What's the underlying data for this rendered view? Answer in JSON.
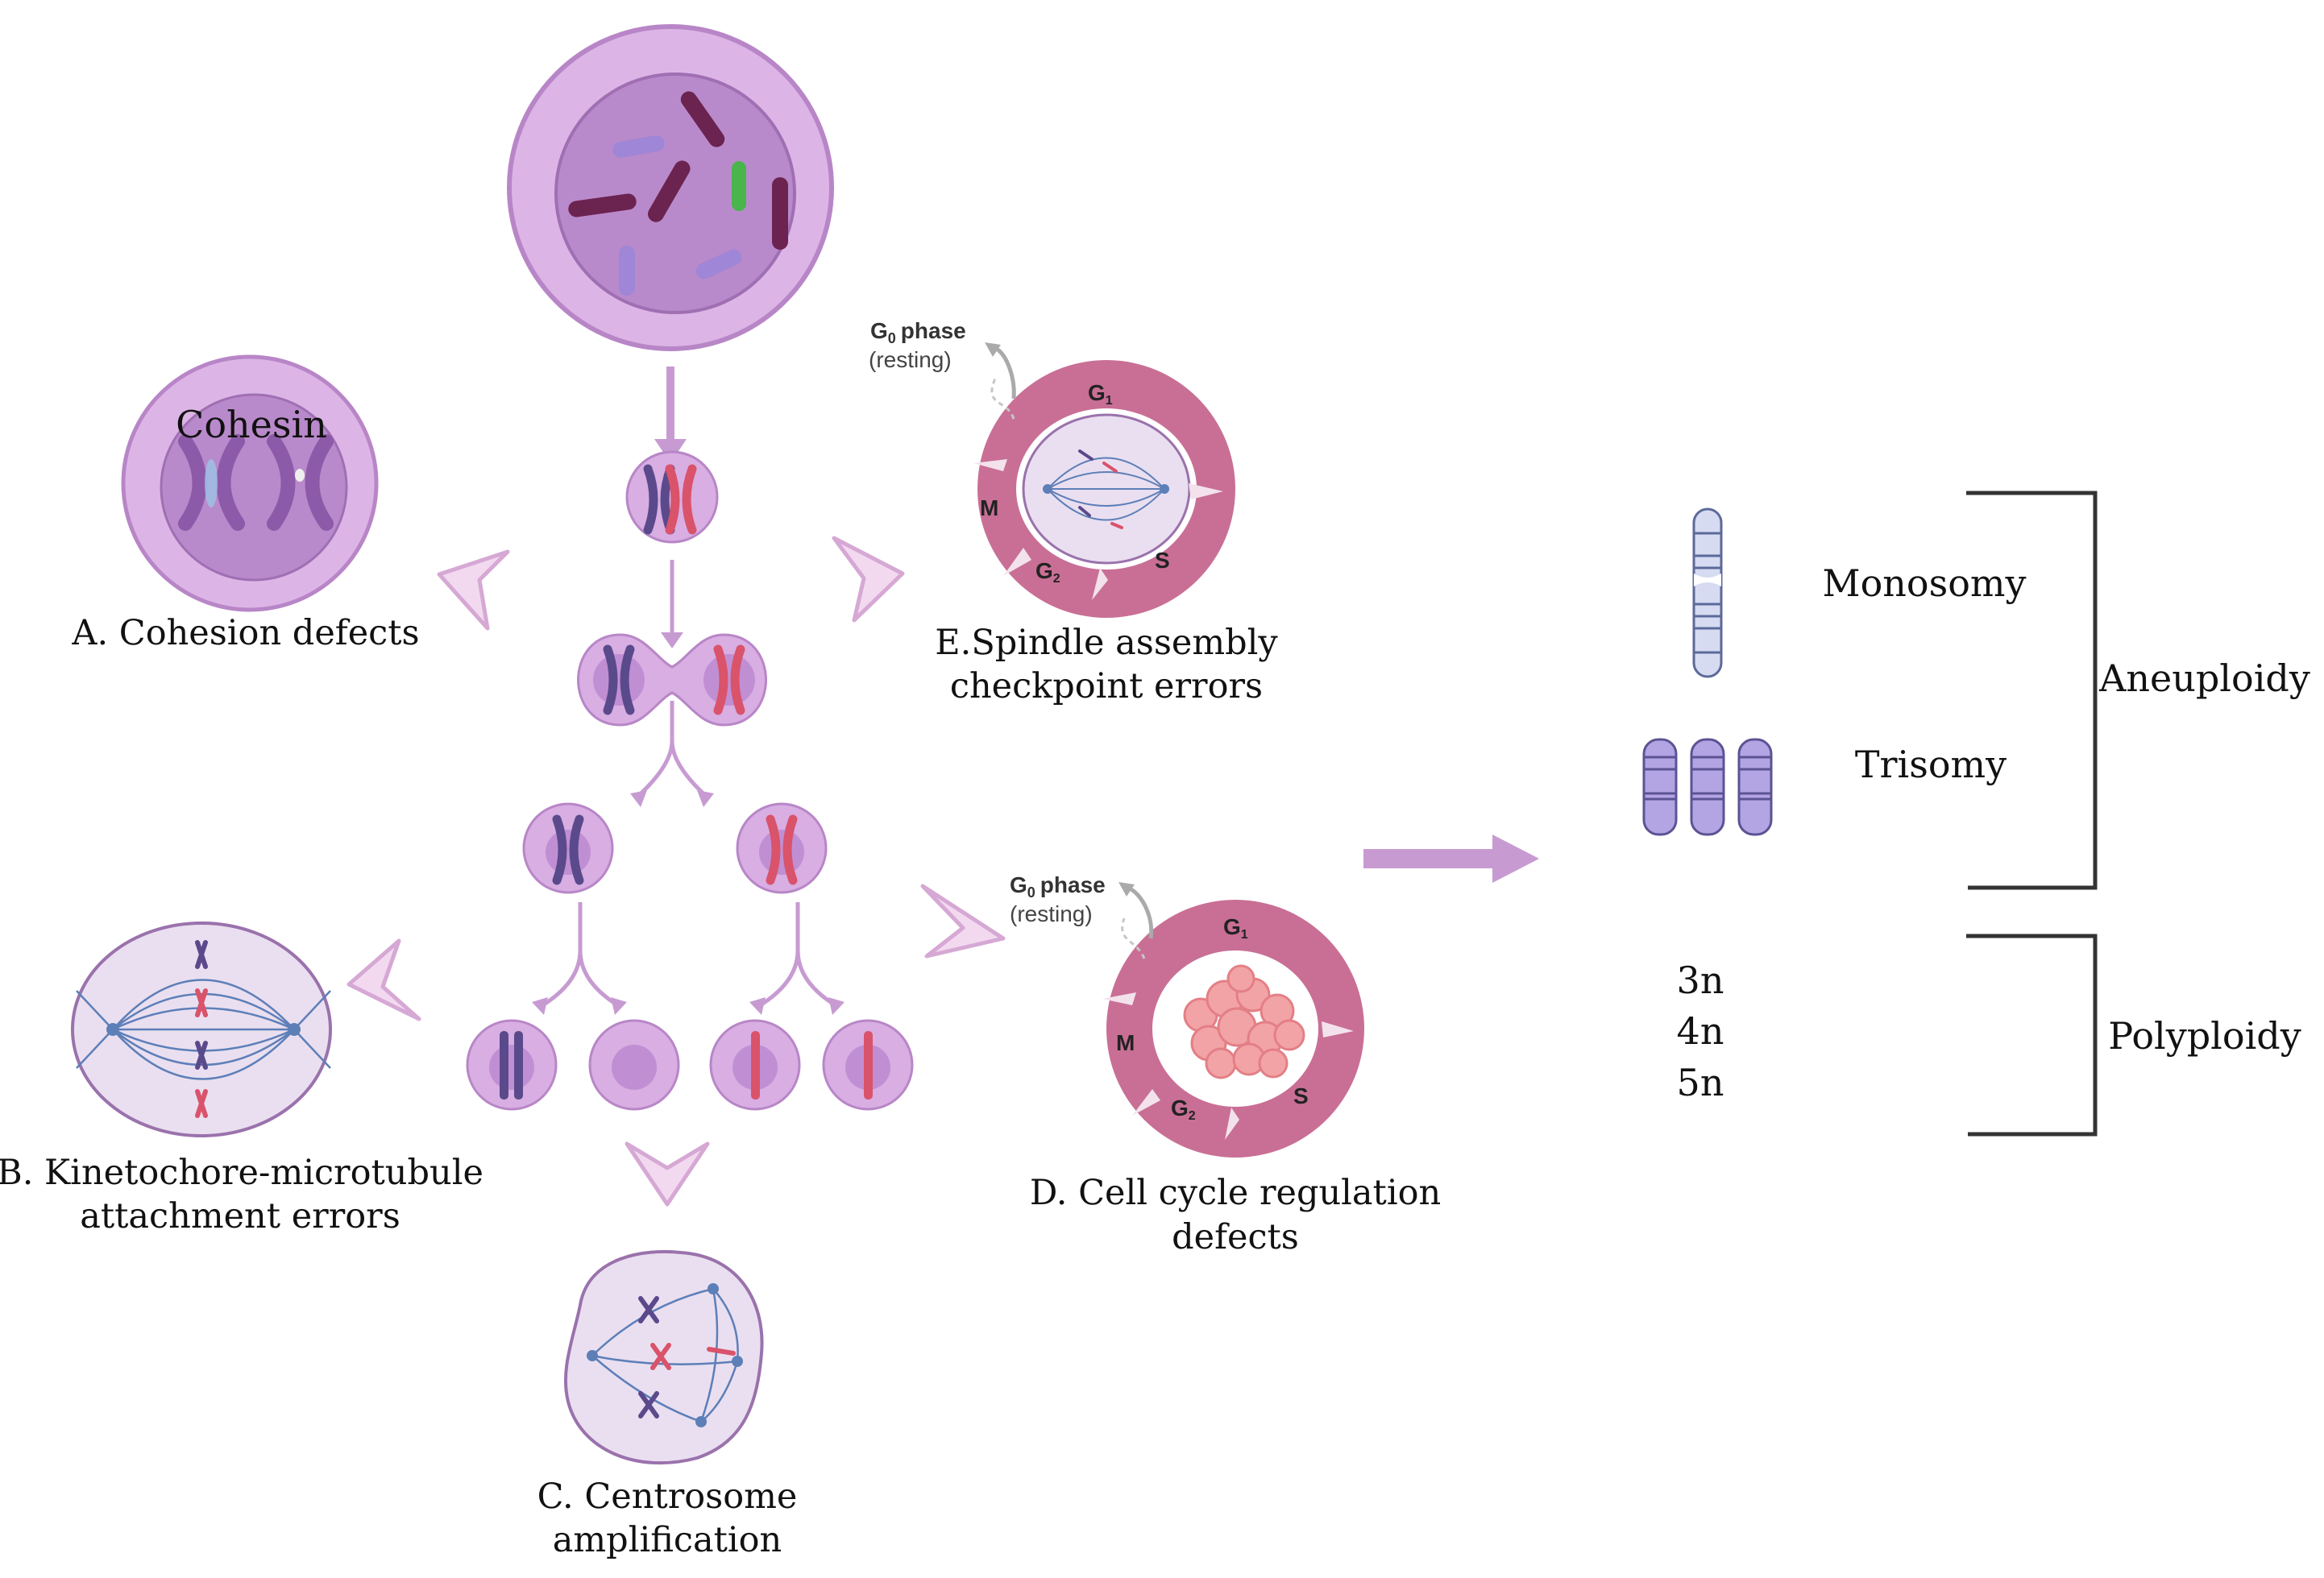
{
  "top_cell": {},
  "cohesin": {
    "label": "Cohesin"
  },
  "captions": {
    "a": "A.  Cohesion defects",
    "b_line1": "B. Kinetochore-microtubule",
    "b_line2": "attachment errors",
    "c_line1": "C. Centrosome",
    "c_line2": "amplification",
    "d_line1": "D. Cell cycle regulation",
    "d_line2": "defects",
    "e_line1": "E.Spindle assembly",
    "e_line2": "checkpoint errors"
  },
  "cell_cycle_e": {
    "g0_label": "G",
    "g0_sub": "0",
    "g0_word": "phase",
    "resting": "(resting)",
    "g1": "G",
    "g1_sub": "1",
    "s": "S",
    "m": "M",
    "g2": "G",
    "g2_sub": "2"
  },
  "cell_cycle_d": {
    "g0_label": "G",
    "g0_sub": "0",
    "g0_word": "phase",
    "resting": "(resting)",
    "g1": "G",
    "g1_sub": "1",
    "s": "S",
    "m": "M",
    "g2": "G",
    "g2_sub": "2"
  },
  "outcomes": {
    "monosomy": "Monosomy",
    "trisomy": "Trisomy",
    "aneuploidy": "Aneuploidy",
    "ploidy_3n": "3n",
    "ploidy_4n": "4n",
    "ploidy_5n": "5n",
    "polyploidy": "Polyploidy"
  },
  "colors": {
    "cell_outer": "#dcb5e6",
    "cell_inner": "#b789c9",
    "chrom_purple": "#5a4a8c",
    "chrom_red": "#d9536b",
    "chrom_lavender": "#a89ad8",
    "arrow": "#c79bd2",
    "cycle_ring": "#c96f95",
    "spindle": "#5d7fb8"
  }
}
